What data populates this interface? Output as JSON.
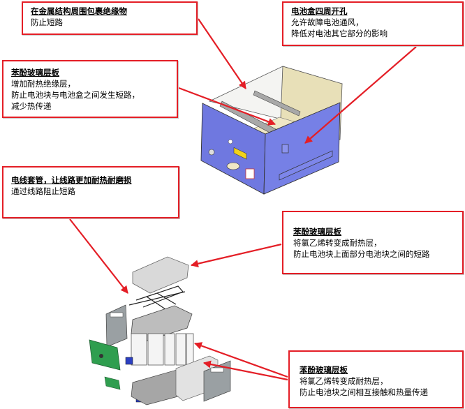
{
  "callouts": [
    {
      "id": "metal-structure-insulation",
      "title": "在金属结构周围包裹绝缘物",
      "lines": [
        "防止短路"
      ]
    },
    {
      "id": "box-vent-holes",
      "title": "电池盒四周开孔",
      "lines": [
        "允许故障电池通风，",
        "降低对电池其它部分的影响"
      ]
    },
    {
      "id": "phenolic-glass-laminate-box",
      "title": "苯酚玻璃层板",
      "lines": [
        "增加耐热绝缘层，",
        "防止电池块与电池盒之间发生短路，",
        "减少热传递"
      ]
    },
    {
      "id": "wire-sleeving",
      "title": "电线套管，让线路更加耐热耐磨损",
      "lines": [
        "通过线路阻止短路"
      ]
    },
    {
      "id": "phenolic-glass-laminate-top",
      "title": "苯酚玻璃层板",
      "lines": [
        "将氯乙烯转变成耐热层，",
        "防止电池块上面部分电池块之间的短路"
      ]
    },
    {
      "id": "phenolic-glass-laminate-cells",
      "title": "苯酚玻璃层板",
      "lines": [
        "将氯乙烯转变成耐热层，",
        "防止电池块之间相互接触和热量传递"
      ]
    }
  ],
  "colors": {
    "callout_border": "#e41e26",
    "arrow": "#e41e26",
    "enclosure_blue": "#6f78e0",
    "laminate_tan": "#efe7c6",
    "pcb_green": "#2f9e4f"
  },
  "illustrations": {
    "top": "battery-enclosure",
    "bottom": "exploded-battery-assembly"
  }
}
